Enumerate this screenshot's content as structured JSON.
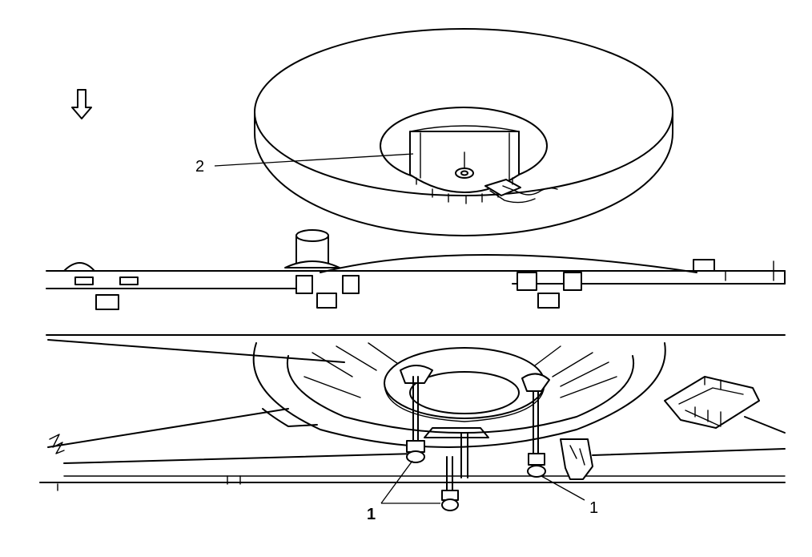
{
  "callouts": {
    "motor_label": "2",
    "fastener_label_left": "1",
    "fastener_label_right": "1"
  },
  "icons": {
    "direction_arrow": "down-arrow-icon"
  },
  "colors": {
    "line": "#000000",
    "background": "#ffffff"
  }
}
